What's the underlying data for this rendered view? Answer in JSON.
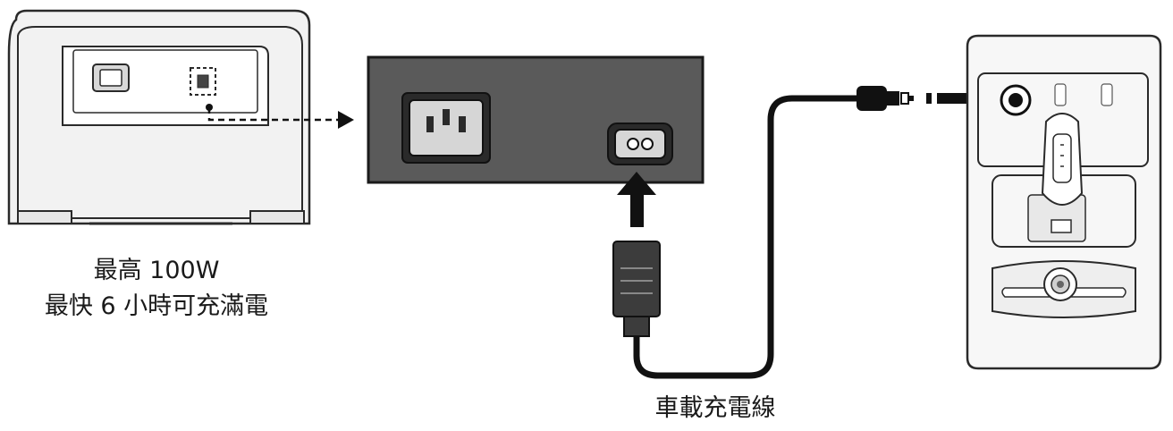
{
  "left_caption": {
    "line1": "最高 100W",
    "line2": "最快 6 小時可充滿電"
  },
  "cable_caption": "車載充電線",
  "colors": {
    "outline": "#2a2a2a",
    "panel_fill": "#5a5a5a",
    "device_fill": "#f2f2f2",
    "plug_fill": "#3c3c3c",
    "arrow": "#111111"
  },
  "icons": {
    "power_station": "power-station-icon",
    "ac_inlet": "ac-inlet-icon",
    "dc_input_port": "dc-input-port-icon",
    "car_console": "car-console-icon",
    "car_key": "car-key-icon"
  }
}
